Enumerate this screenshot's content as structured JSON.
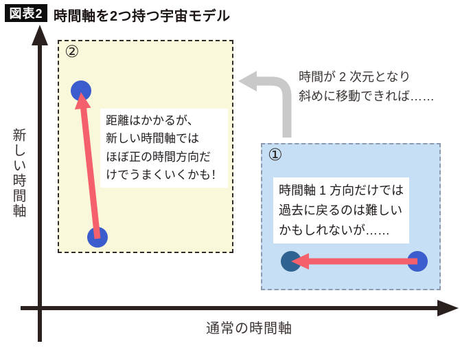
{
  "title": {
    "badge": "図表2",
    "text": "時間軸を2つ持つ宇宙モデル"
  },
  "axes": {
    "y_label": "新しい時間軸",
    "x_label": "通常の時間軸"
  },
  "panel_new_axis": {
    "number": "②",
    "note_lines": {
      "0": "距離はかかるが、",
      "1": "新しい時間軸では",
      "2": "ほぼ正の時間方向だ",
      "3": "けでうまくいくかも！"
    }
  },
  "panel_normal_axis": {
    "number": "①",
    "note_lines": {
      "0": "時間軸 1 方向だけでは",
      "1": "過去に戻るのは難しい",
      "2": "かもしれないが……"
    }
  },
  "annotation": {
    "lines": {
      "0": "時間が 2 次元となり",
      "1": "斜めに移動できれば……"
    }
  },
  "colors": {
    "axis": "#2a211e",
    "dot_blue": "#3a5ccc",
    "dot_teal": "#2e6391",
    "arrow_red": "#f4616d",
    "arrow_gray": "#c9c9c9",
    "panel_new_axis_fill": "#faf8da",
    "panel_normal_axis_fill": "#c6dff5",
    "badge_bg": "#0d0d0d"
  }
}
